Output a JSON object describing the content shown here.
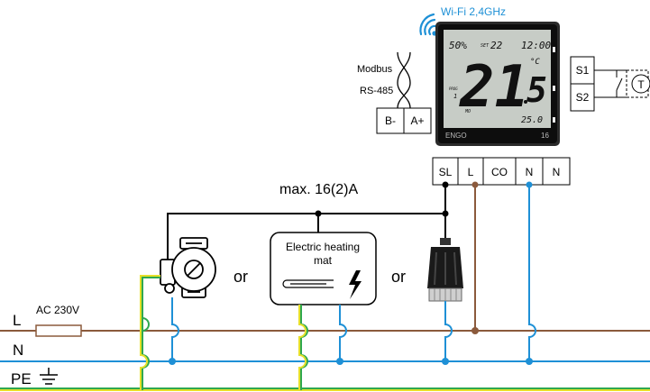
{
  "thermostat": {
    "wifi_label": "Wi-Fi 2,4GHz",
    "brand": "ENGO",
    "model": "16",
    "display": {
      "humidity": "50%",
      "set_label": "SET",
      "set_value": "22",
      "time": "12:00",
      "main_temp": "21",
      "main_decimal": "5",
      "unit": "°C",
      "mode_label": "PROG",
      "mode_number": "1",
      "day_label": "MO",
      "secondary_temp": "25.0"
    }
  },
  "modbus": {
    "label_line1": "Modbus",
    "label_line2": "RS-485",
    "terminals": [
      "B-",
      "A+"
    ]
  },
  "sensor": {
    "terminals": [
      "S1",
      "S2"
    ],
    "symbol": "T"
  },
  "power_terminals": [
    "SL",
    "L",
    "CO",
    "N",
    "N"
  ],
  "load": {
    "max_current": "max. 16(2)A",
    "heating_mat_label_line1": "Electric heating",
    "heating_mat_label_line2": "mat",
    "or_label": "or"
  },
  "mains": {
    "supply": "AC 230V",
    "lines": [
      "L",
      "N",
      "PE"
    ]
  },
  "colors": {
    "live": "#8B5A3C",
    "neutral": "#1E90D6",
    "earth_green": "#2FA84F",
    "earth_yellow": "#E6E02A",
    "wifi": "#1E90D6"
  }
}
